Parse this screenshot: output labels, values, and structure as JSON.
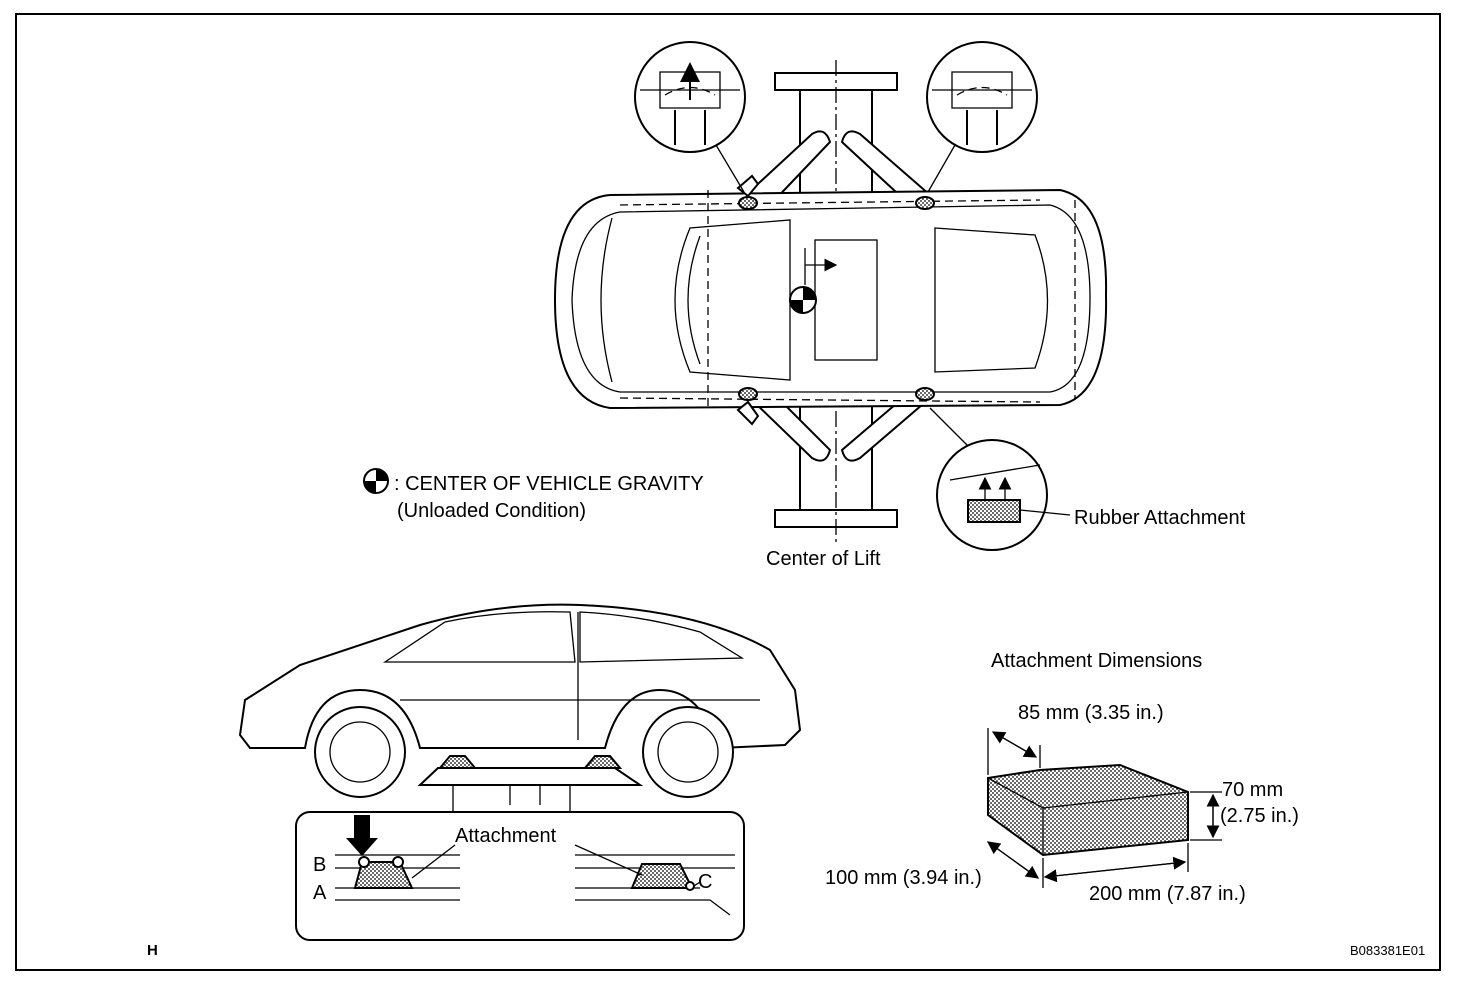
{
  "labels": {
    "cog_legend_line1": ": CENTER OF VEHICLE GRAVITY",
    "cog_legend_line2": "(Unloaded Condition)",
    "center_of_lift": "Center of Lift",
    "rubber_attachment": "Rubber Attachment",
    "attachment": "Attachment",
    "point_a": "A",
    "point_b": "B",
    "point_c": "C",
    "attachment_dimensions_title": "Attachment Dimensions",
    "dim_depth": "85 mm (3.35 in.)",
    "dim_height_mm": "70 mm",
    "dim_height_in": "(2.75 in.)",
    "dim_width": "100 mm (3.94 in.)",
    "dim_length": "200 mm (7.87 in.)"
  },
  "footer": {
    "left_code": "H",
    "figure_id": "B083381E01"
  }
}
